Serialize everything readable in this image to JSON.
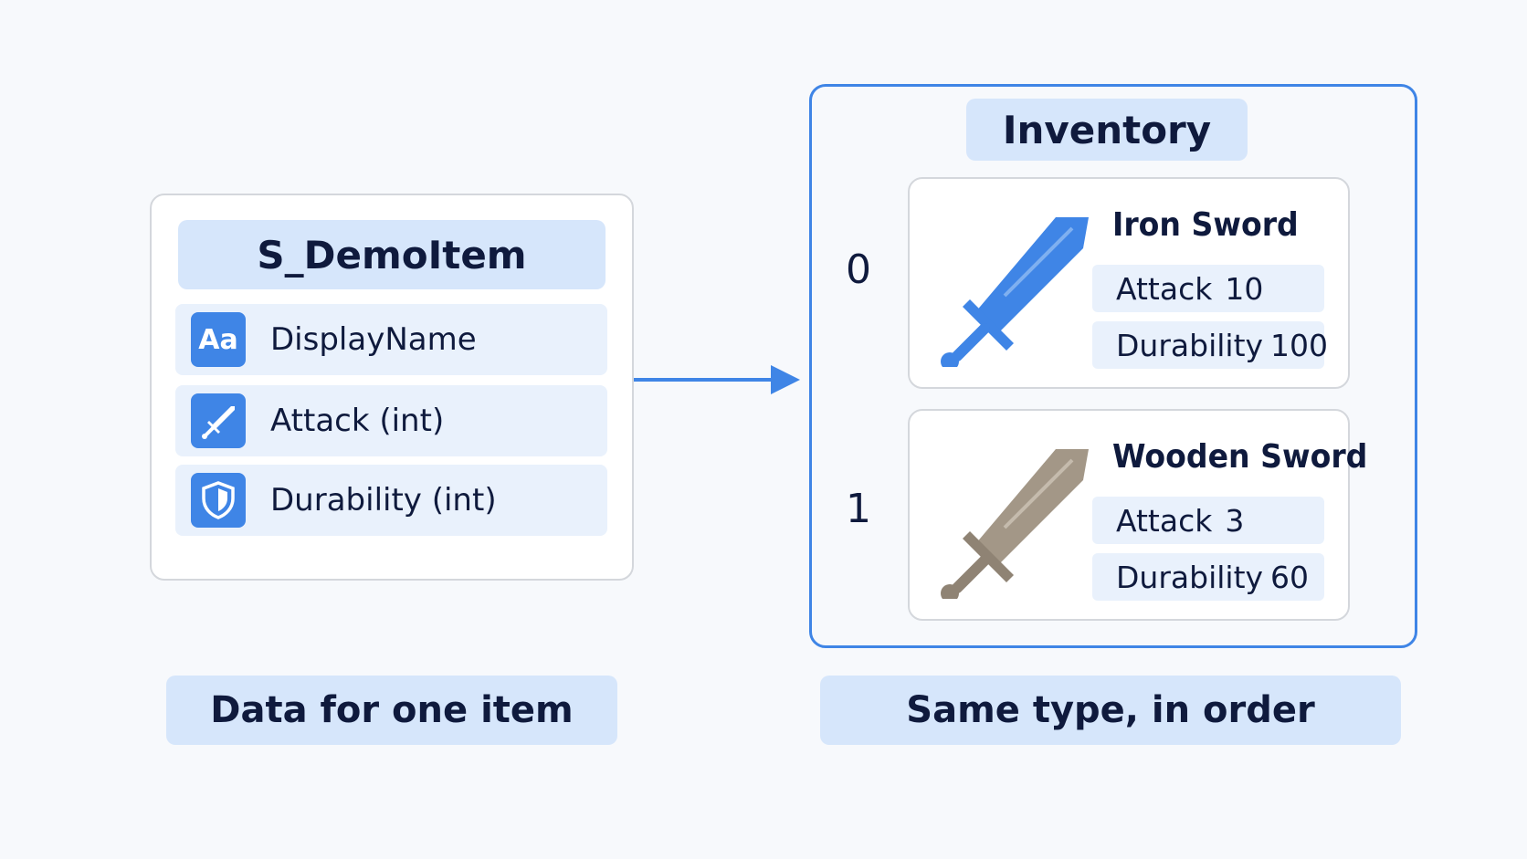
{
  "struct": {
    "title": "S_DemoItem",
    "fields": [
      {
        "icon": "text-type-icon",
        "icon_text": "Aa",
        "label": "DisplayName"
      },
      {
        "icon": "sword-icon",
        "label": "Attack (int)"
      },
      {
        "icon": "shield-icon",
        "label": "Durability (int)"
      }
    ]
  },
  "inventory": {
    "title": "Inventory",
    "items": [
      {
        "index": "0",
        "name": "Iron Sword",
        "icon": "iron-sword-icon",
        "stats": [
          {
            "label": "Attack",
            "value": "10"
          },
          {
            "label": "Durability",
            "value": "100"
          }
        ]
      },
      {
        "index": "1",
        "name": "Wooden Sword",
        "icon": "wooden-sword-icon",
        "stats": [
          {
            "label": "Attack",
            "value": "3"
          },
          {
            "label": "Durability",
            "value": "60"
          }
        ]
      }
    ]
  },
  "captions": {
    "left": "Data for one item",
    "right": "Same type, in order"
  },
  "colors": {
    "accent": "#3f85e6",
    "pill": "#d6e6fb",
    "row": "#e9f1fc",
    "iron_sword": "#3f85e6",
    "wooden_sword": "#9a8e80"
  }
}
